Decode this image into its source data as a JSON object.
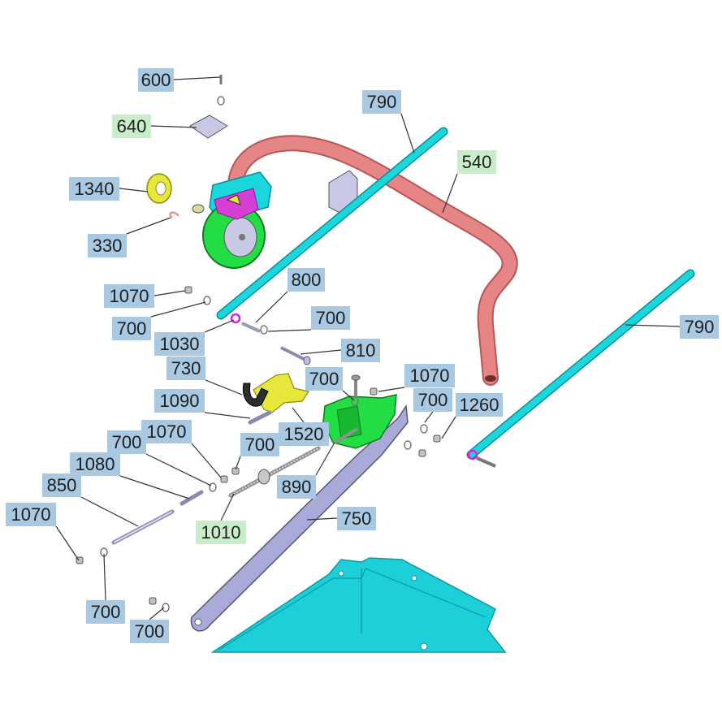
{
  "colors": {
    "callout_default": "#a9c9e3",
    "callout_highlight": "#c9edc9",
    "handle": "#e58585",
    "rod": "#19d7dc",
    "tray": "#1ccfd8",
    "lever": "#aaaad8",
    "bracket_green": "#22dd44",
    "bracket_yellow": "#e7e63a",
    "leader": "#333333"
  },
  "callouts": [
    {
      "id": "c600",
      "text": "600",
      "highlight": false
    },
    {
      "id": "c640",
      "text": "640",
      "highlight": true
    },
    {
      "id": "c790a",
      "text": "790",
      "highlight": false
    },
    {
      "id": "c540",
      "text": "540",
      "highlight": true
    },
    {
      "id": "c1340",
      "text": "1340",
      "highlight": false
    },
    {
      "id": "c330",
      "text": "330",
      "highlight": false
    },
    {
      "id": "c800",
      "text": "800",
      "highlight": false
    },
    {
      "id": "c1070a",
      "text": "1070",
      "highlight": false
    },
    {
      "id": "c700a",
      "text": "700",
      "highlight": false
    },
    {
      "id": "c700b",
      "text": "700",
      "highlight": false
    },
    {
      "id": "c790b",
      "text": "790",
      "highlight": false
    },
    {
      "id": "c1030",
      "text": "1030",
      "highlight": false
    },
    {
      "id": "c810",
      "text": "810",
      "highlight": false
    },
    {
      "id": "c730",
      "text": "730",
      "highlight": false
    },
    {
      "id": "c700c",
      "text": "700",
      "highlight": false
    },
    {
      "id": "c1070b",
      "text": "1070",
      "highlight": false
    },
    {
      "id": "c1090",
      "text": "1090",
      "highlight": false
    },
    {
      "id": "c700d",
      "text": "700",
      "highlight": false
    },
    {
      "id": "c1260",
      "text": "1260",
      "highlight": false
    },
    {
      "id": "c1520",
      "text": "1520",
      "highlight": false
    },
    {
      "id": "c1070c",
      "text": "1070",
      "highlight": false
    },
    {
      "id": "c700e",
      "text": "700",
      "highlight": false
    },
    {
      "id": "c700f",
      "text": "700",
      "highlight": false
    },
    {
      "id": "c1080",
      "text": "1080",
      "highlight": false
    },
    {
      "id": "c890",
      "text": "890",
      "highlight": false
    },
    {
      "id": "c850",
      "text": "850",
      "highlight": false
    },
    {
      "id": "c1070d",
      "text": "1070",
      "highlight": false
    },
    {
      "id": "c750",
      "text": "750",
      "highlight": false
    },
    {
      "id": "c1010",
      "text": "1010",
      "highlight": true
    },
    {
      "id": "c700g",
      "text": "700",
      "highlight": false
    },
    {
      "id": "c700h",
      "text": "700",
      "highlight": false
    }
  ]
}
